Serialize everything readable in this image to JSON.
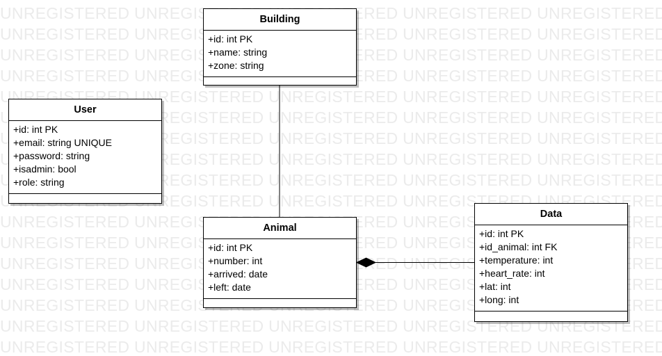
{
  "watermark": {
    "text": "UNREGISTERED",
    "color": "#ebebeb"
  },
  "classes": [
    {
      "id": "building",
      "name": "Building",
      "attributes": [
        "+id: int PK",
        "+name: string",
        "+zone: string"
      ],
      "operations": []
    },
    {
      "id": "user",
      "name": "User",
      "attributes": [
        "+id: int PK",
        "+email: string UNIQUE",
        "+password: string",
        "+isadmin: bool",
        "+role: string"
      ],
      "operations": []
    },
    {
      "id": "animal",
      "name": "Animal",
      "attributes": [
        "+id: int PK",
        "+number: int",
        "+arrived: date",
        "+left: date"
      ],
      "operations": []
    },
    {
      "id": "data",
      "name": "Data",
      "attributes": [
        "+id: int PK",
        "+id_animal: int FK",
        "+temperature: int",
        "+heart_rate: int",
        "+lat: int",
        "+long: int"
      ],
      "operations": []
    }
  ],
  "relations": [
    {
      "from": "building",
      "to": "animal",
      "type": "association"
    },
    {
      "from": "animal",
      "to": "data",
      "type": "composition",
      "diamond_at": "animal"
    }
  ]
}
